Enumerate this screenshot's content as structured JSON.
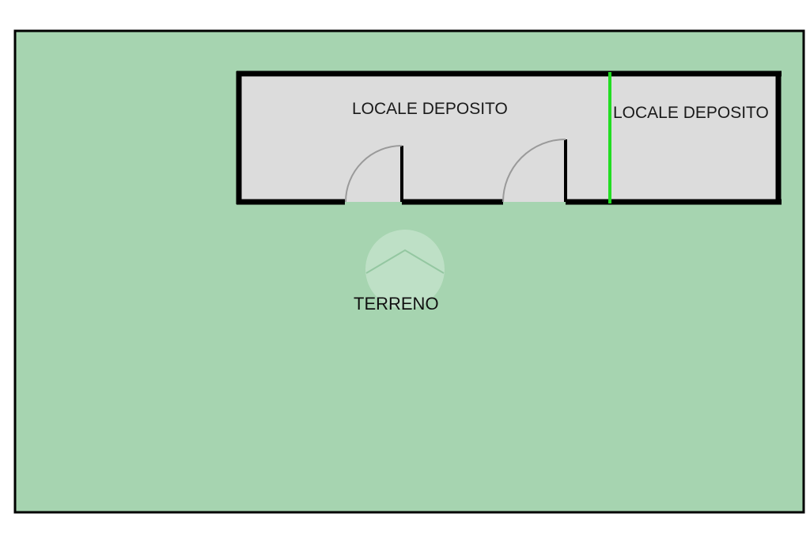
{
  "plan": {
    "terrain": {
      "label": "TERRENO",
      "fill": "#a6d4b0",
      "border": "#000000"
    },
    "rooms": [
      {
        "label": "LOCALE DEPOSITO"
      },
      {
        "label": "LOCALE DEPOSITO"
      }
    ],
    "colors": {
      "room_fill": "#dcdcdc",
      "wall": "#000000",
      "partition": "#22dd22",
      "door_arc": "#9a9a9a"
    }
  }
}
